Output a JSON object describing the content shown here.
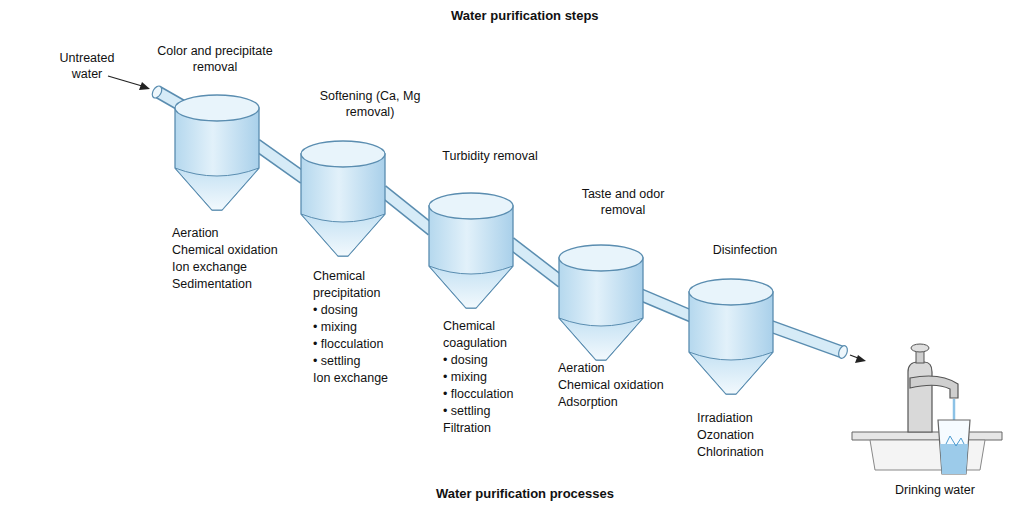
{
  "diagram": {
    "title": "Water purification steps",
    "caption": "Water purification processes",
    "nodes": [
      {
        "text": [
          "Color and precipitate removal",
          "Aeration",
          "Chemical oxidation",
          "Ion exchange",
          "Sedimentation"
        ]
      },
      {
        "text": [
          "Softening (Ca, Mg removal)",
          "Chemical precipitation",
          "• dosing",
          "• mixing",
          "• flocculation",
          "• settling",
          "Ion exchange"
        ]
      },
      {
        "text": [
          "Turbidity removal",
          "Chemical coagulation",
          "• dosing",
          "• mixing",
          "• flocculation",
          "• settling",
          "Filtration"
        ]
      },
      {
        "text": [
          "Taste and odor removal",
          "Aeration",
          "Chemical oxidation",
          "Adsorption"
        ]
      },
      {
        "text": [
          "Disinfection",
          "Irradiation",
          "Ozonation",
          "Chlorination"
        ]
      }
    ],
    "edges": [
      {
        "from": 0,
        "to": 1,
        "arrow": "none"
      },
      {
        "from": 1,
        "to": 2,
        "arrow": "none"
      },
      {
        "from": 2,
        "to": 3,
        "arrow": "none"
      },
      {
        "from": 3,
        "to": 4,
        "arrow": "none"
      }
    ],
    "labels": [
      "Untreated water",
      "Drinking water"
    ]
  }
}
